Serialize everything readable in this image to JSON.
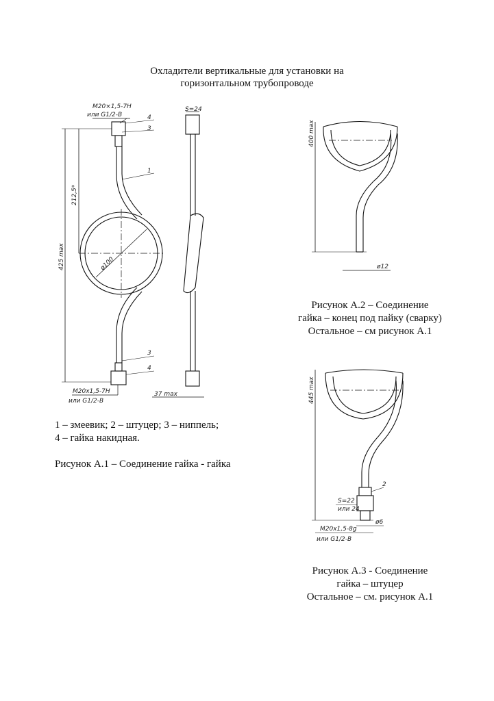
{
  "title_line1": "Охладители вертикальные для установки на",
  "title_line2": "горизонтальном трубопроводе",
  "fig1": {
    "legend_line1": "1 – змеевик; 2 – штуцер; 3 – ниппель;",
    "legend_line2": "4 – гайка накидная.",
    "caption": "Рисунок А.1 – Соединение гайка - гайка",
    "labels": {
      "thread_top_1": "M20×1,5-7H",
      "thread_top_2": "или G1/2-B",
      "thread_bot_1": "M20x1,5-7H",
      "thread_bot_2": "или G1/2-B",
      "s24": "S=24",
      "dim_425": "425 max",
      "dim_212": "212,5*",
      "dim_100": "ø100",
      "dim_37": "37 max",
      "pos1": "1",
      "pos3_top": "3",
      "pos4_top": "4",
      "pos3_bot": "3",
      "pos4_bot": "4"
    }
  },
  "fig2": {
    "caption_line1": "Рисунок А.2 – Соединение",
    "caption_line2": "гайка – конец под пайку (сварку)",
    "caption_line3": "Остальное – см рисунок А.1",
    "labels": {
      "dim_400": "400 max",
      "dim_12": "ø12"
    }
  },
  "fig3": {
    "caption_line1": "Рисунок А.3 - Соединение",
    "caption_line2": "гайка – штуцер",
    "caption_line3": "Остальное – см. рисунок А.1",
    "labels": {
      "dim_445": "445 max",
      "pos2": "2",
      "s22": "S=22",
      "s22_alt": "или 24",
      "dim_6": "ø6",
      "thread_1": "M20x1,5-8g",
      "thread_2": "или G1/2-B"
    }
  }
}
